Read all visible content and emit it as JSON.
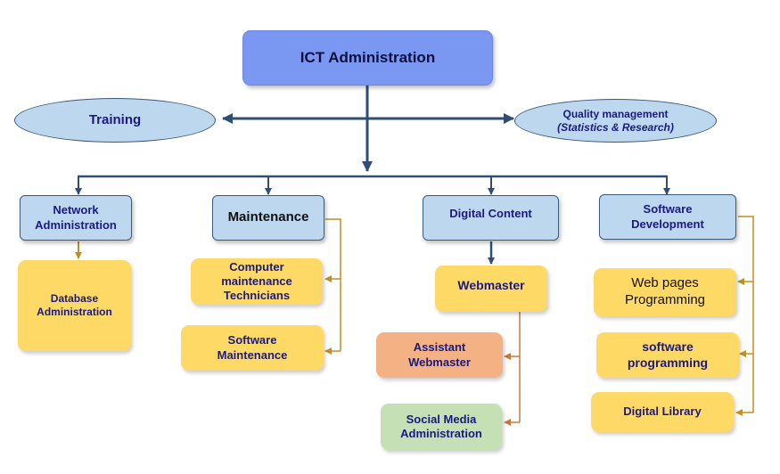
{
  "root": {
    "label": "ICT Administration"
  },
  "side": {
    "training": "Training",
    "quality_title": "Quality management",
    "quality_subtitle": "(Statistics & Research)"
  },
  "departments": {
    "network": "Network\nAdministration",
    "maintenance": "Maintenance",
    "digital_content": "Digital Content",
    "software": "Software\nDevelopment"
  },
  "units": {
    "database": "Database\nAdministration",
    "computer_maintenance": "Computer\nmaintenance\nTechnicians",
    "software_maintenance": "Software\nMaintenance",
    "webmaster": "Webmaster",
    "assistant_webmaster": "Assistant\nWebmaster",
    "social_media": "Social Media\nAdministration",
    "web_pages": "Web pages\nProgramming",
    "software_programming": "software\nprogramming",
    "digital_library": "Digital Library"
  },
  "colors": {
    "root_fill": "#7a97f2",
    "department_fill": "#bdd7ee",
    "unit_fill": "#ffd966",
    "assistant_fill": "#f4b183",
    "social_fill": "#c5e0b4",
    "main_connector": "#2e4f73",
    "sub_connector": "#c09020",
    "orange_connector": "#c8783c"
  }
}
